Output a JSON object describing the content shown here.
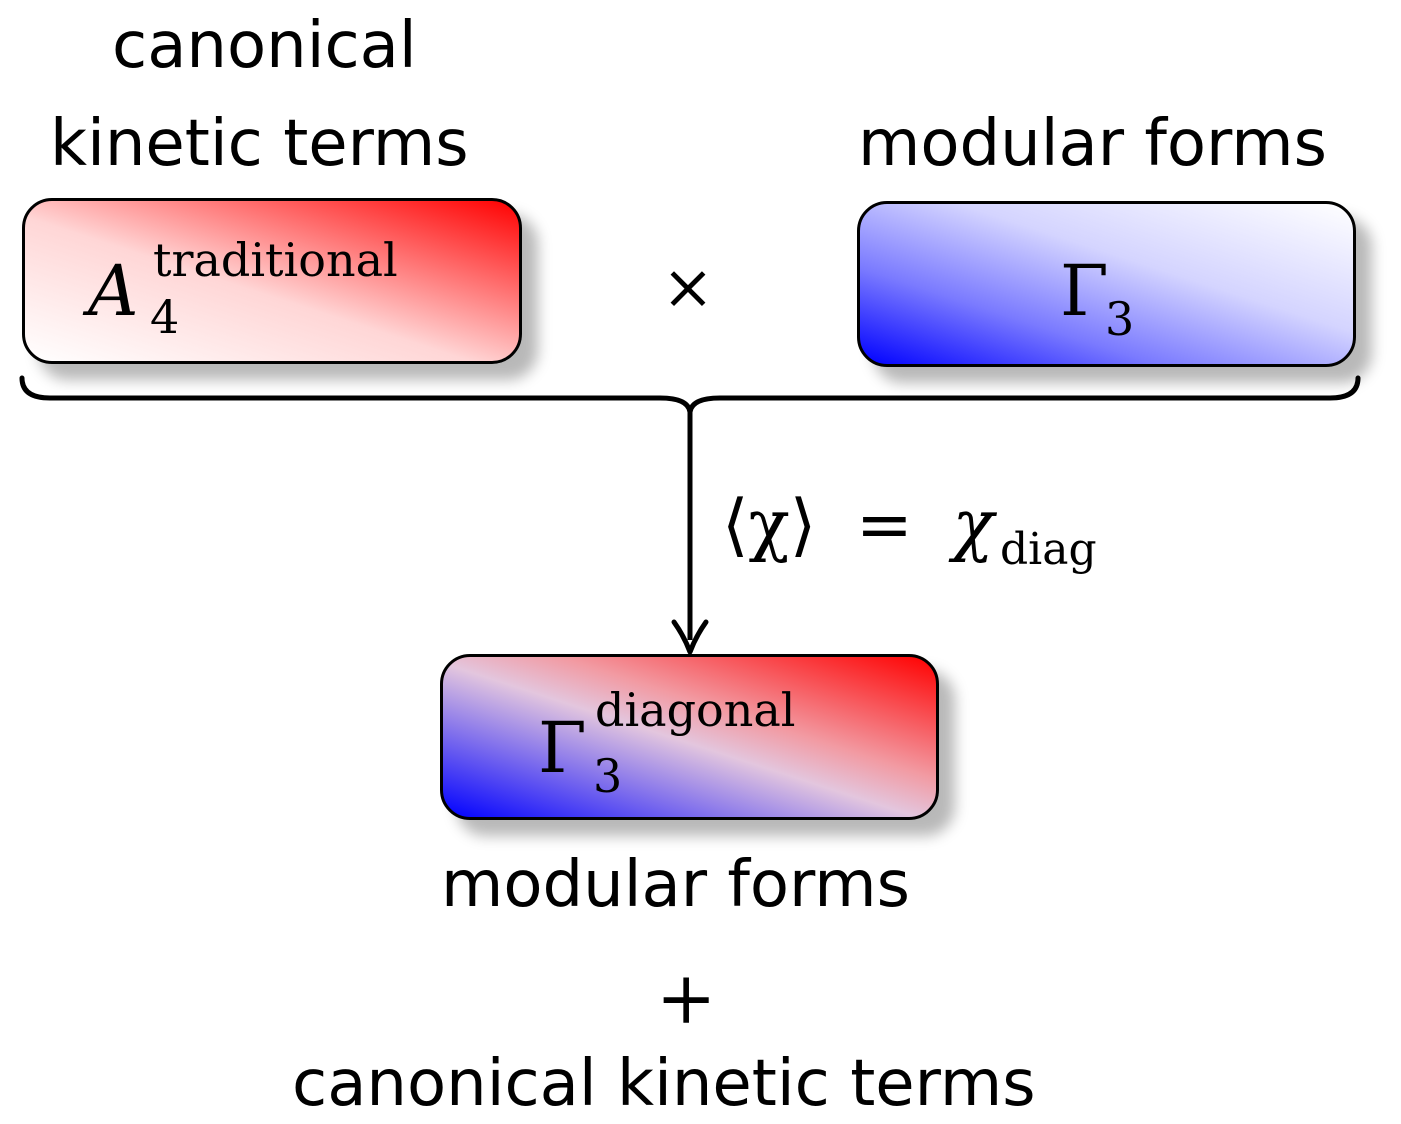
{
  "top_left": {
    "caption_line1": "canonical",
    "caption_line2": "kinetic terms",
    "box": {
      "symbol": "A",
      "subscript": "4",
      "superscript": "traditional"
    }
  },
  "operator": "×",
  "top_right": {
    "caption": "modular forms",
    "box": {
      "symbol": "Γ",
      "subscript": "3"
    }
  },
  "arrow_label": {
    "lhs": "⟨χ⟩",
    "equals": "=",
    "rhs_symbol": "χ",
    "rhs_subscript": "diag"
  },
  "bottom": {
    "box": {
      "symbol": "Γ",
      "subscript": "3",
      "superscript": "diagonal"
    },
    "caption_line1": "modular forms",
    "plus": "+",
    "caption_line2": "canonical kinetic terms"
  },
  "colors": {
    "red": "#ff0000",
    "blue": "#0000ff",
    "line": "#000000"
  }
}
